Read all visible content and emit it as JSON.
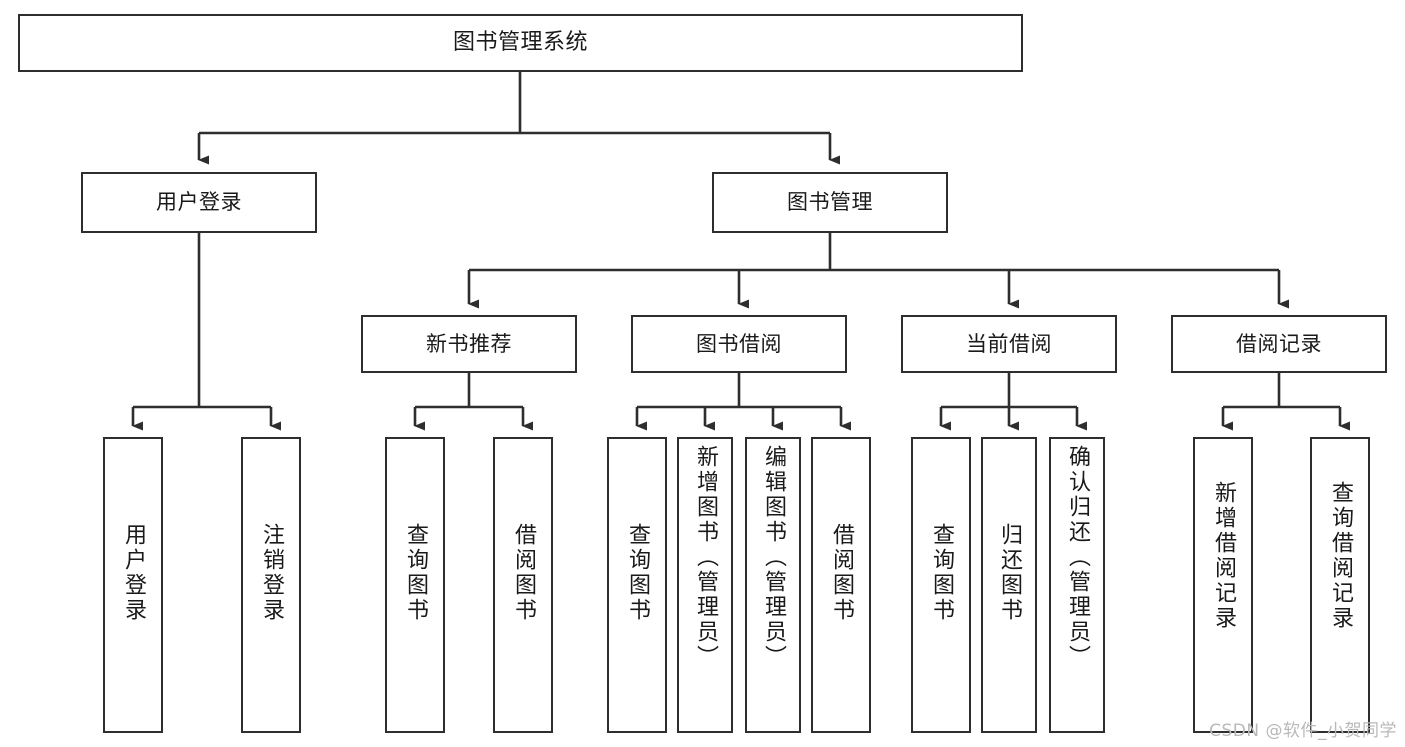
{
  "diagram": {
    "type": "tree-hierarchy",
    "title": "图书管理系统",
    "watermark": "CSDN @软件_小贺同学",
    "colors": {
      "box_border": "#2e2e2e",
      "box_fill": "#ffffff",
      "connector": "#2e2e2e",
      "text": "#1a1a1a",
      "watermark": "#b9b9b9",
      "background": "#ffffff"
    },
    "nodes": {
      "root": {
        "label": "图书管理系统"
      },
      "level2": [
        {
          "id": "user-login",
          "label": "用户登录"
        },
        {
          "id": "book-manage",
          "label": "图书管理"
        }
      ],
      "level3": [
        {
          "id": "new-book-recommend",
          "label": "新书推荐"
        },
        {
          "id": "book-borrow",
          "label": "图书借阅"
        },
        {
          "id": "current-borrow",
          "label": "当前借阅"
        },
        {
          "id": "borrow-record",
          "label": "借阅记录"
        }
      ],
      "leaves": [
        {
          "id": "leaf-user-login",
          "label": "用户登录",
          "parent": "user-login"
        },
        {
          "id": "leaf-logout-login",
          "label": "注销登录",
          "parent": "user-login"
        },
        {
          "id": "leaf-query-book-1",
          "label": "查询图书",
          "parent": "new-book-recommend"
        },
        {
          "id": "leaf-borrow-book-1",
          "label": "借阅图书",
          "parent": "new-book-recommend"
        },
        {
          "id": "leaf-query-book-2",
          "label": "查询图书",
          "parent": "book-borrow"
        },
        {
          "id": "leaf-add-book",
          "label": "新增图书（管理员）",
          "parent": "book-borrow"
        },
        {
          "id": "leaf-edit-book",
          "label": "编辑图书（管理员）",
          "parent": "book-borrow"
        },
        {
          "id": "leaf-borrow-book-2",
          "label": "借阅图书",
          "parent": "book-borrow"
        },
        {
          "id": "leaf-query-book-3",
          "label": "查询图书",
          "parent": "current-borrow"
        },
        {
          "id": "leaf-return-book",
          "label": "归还图书",
          "parent": "current-borrow"
        },
        {
          "id": "leaf-confirm-return",
          "label": "确认归还（管理员）",
          "parent": "current-borrow"
        },
        {
          "id": "leaf-add-record",
          "label": "新增借阅记录",
          "parent": "borrow-record"
        },
        {
          "id": "leaf-query-record",
          "label": "查询借阅记录",
          "parent": "borrow-record"
        }
      ]
    }
  }
}
